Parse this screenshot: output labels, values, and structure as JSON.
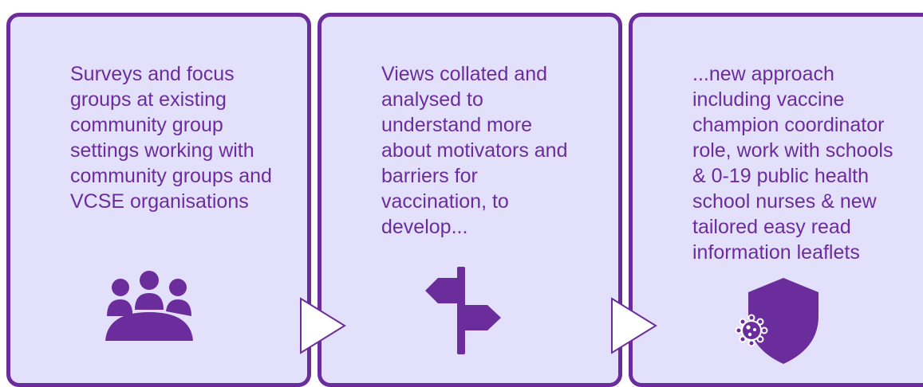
{
  "steps": [
    {
      "text": "Surveys and focus\ngroups at existing\ncommunity group\nsettings working with\ncommunity groups and\nVCSE organisations",
      "icon": "people-group-icon"
    },
    {
      "text": "Views collated and\nanalysed to\nunderstand more\nabout motivators and\nbarriers for\nvaccination, to\ndevelop...",
      "icon": "signpost-icon"
    },
    {
      "text": "...new approach\nincluding vaccine\nchampion coordinator\nrole, work with schools\n& 0-19 public health\nschool nurses & new\ntailored easy read\ninformation leaflets",
      "icon": "shield-virus-icon"
    }
  ],
  "colors": {
    "panel_fill": "#e3e0fb",
    "accent": "#6b2d9c",
    "arrow_fill": "#ffffff"
  }
}
